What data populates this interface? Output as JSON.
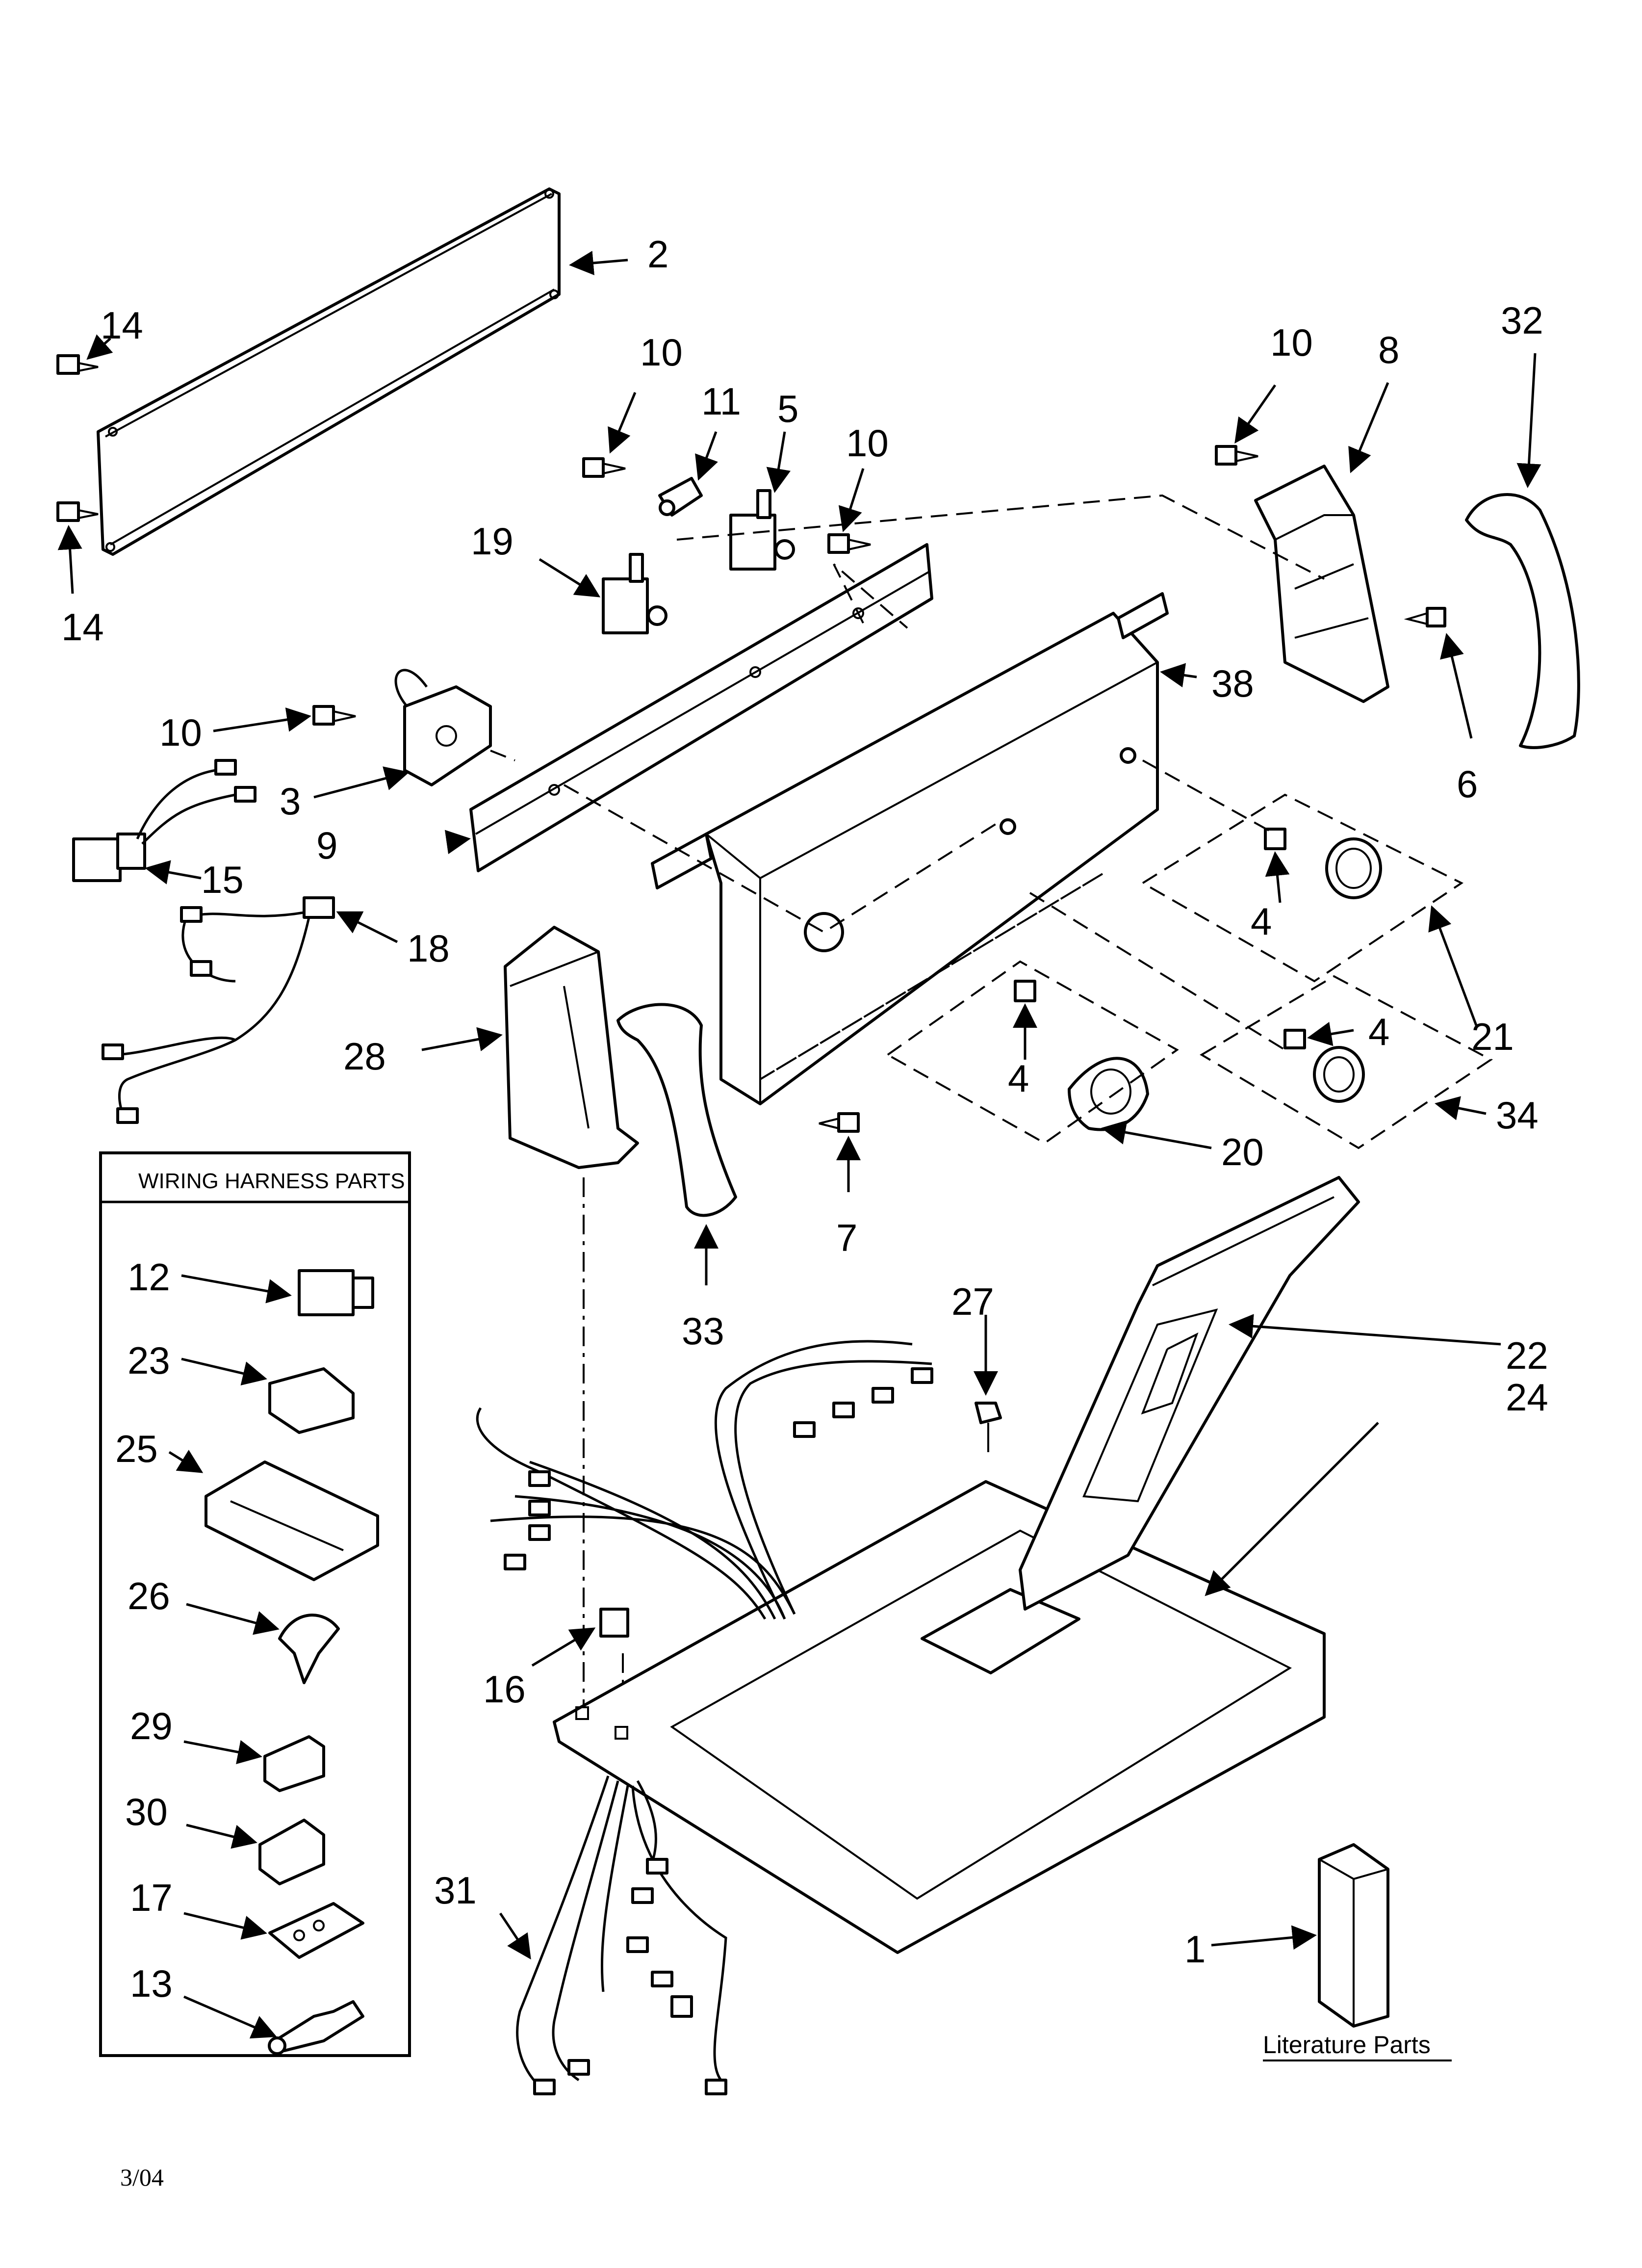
{
  "callouts": {
    "c2": "2",
    "c14a": "14",
    "c14b": "14",
    "c10a": "10",
    "c11": "11",
    "c5": "5",
    "c10b": "10",
    "c10c": "10",
    "c8": "8",
    "c32": "32",
    "c19": "19",
    "c38": "38",
    "c6": "6",
    "c10d": "10",
    "c3": "3",
    "c9": "9",
    "c15": "15",
    "c18": "18",
    "c4a": "4",
    "c21": "21",
    "c28": "28",
    "c4b": "4",
    "c4c": "4",
    "c34": "34",
    "c20": "20",
    "c7": "7",
    "c33": "33",
    "c27": "27",
    "c22": "22",
    "c24": "24",
    "c16": "16",
    "c31": "31",
    "c1": "1",
    "w12": "12",
    "w23": "23",
    "w25": "25",
    "w26": "26",
    "w29": "29",
    "w30": "30",
    "w17": "17",
    "w13": "13"
  },
  "wiring_box": {
    "title": "WIRING HARNESS PARTS"
  },
  "literature": {
    "label": "Literature Parts"
  },
  "footer": {
    "date": "3/04"
  },
  "colors": {
    "ink": "#000000",
    "paper": "#ffffff"
  }
}
